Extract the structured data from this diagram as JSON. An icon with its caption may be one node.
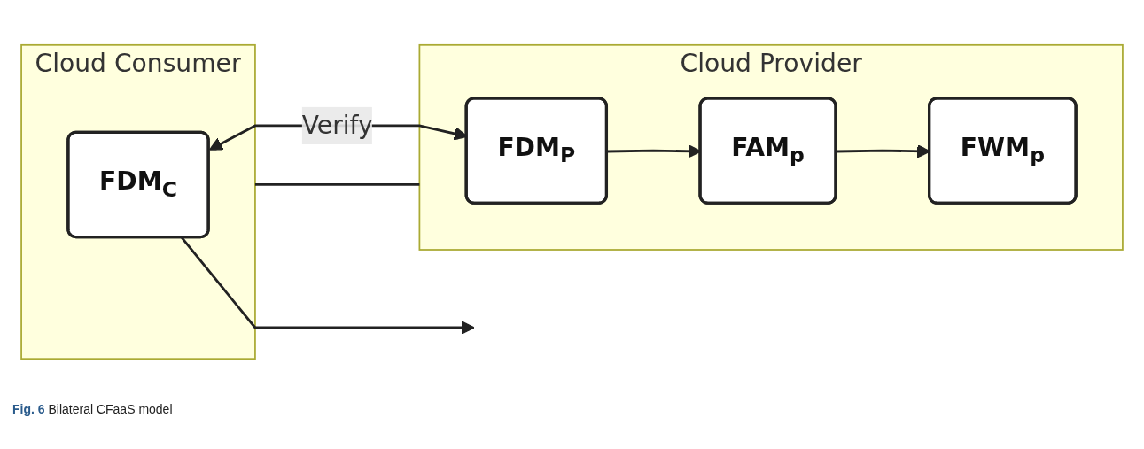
{
  "diagram": {
    "caption": "**Fig. 6** Bilateral CFaaS model",
    "nodes": [
      {
        "text": [
          "Cloud Consumer"
        ]
      },
      {
        "text": [
          "FDM$_{C}$"
        ],
        "in": 0
      },
      {
        "text": [
          "Cloud Provider"
        ]
      },
      {
        "text": [
          "FDM$_{P}$"
        ],
        "in": 2
      },
      {
        "text": [
          "FAM$_{p}$"
        ],
        "in": 2
      },
      {
        "text": [
          "FWM$_{p}$"
        ],
        "in": 2
      }
    ],
    "edges": [
      {
        "from": 1,
        "to": null,
        "arrow": "to"
      },
      {
        "from": 1,
        "to": 3,
        "label": "Verify",
        "arrow": "both"
      },
      {
        "from": 3,
        "to": 4,
        "arrow": "to"
      },
      {
        "from": 4,
        "to": 5,
        "arrow": "to"
      },
      {
        "from": 0,
        "to": 2,
        "arrow": "none"
      }
    ]
  }
}
